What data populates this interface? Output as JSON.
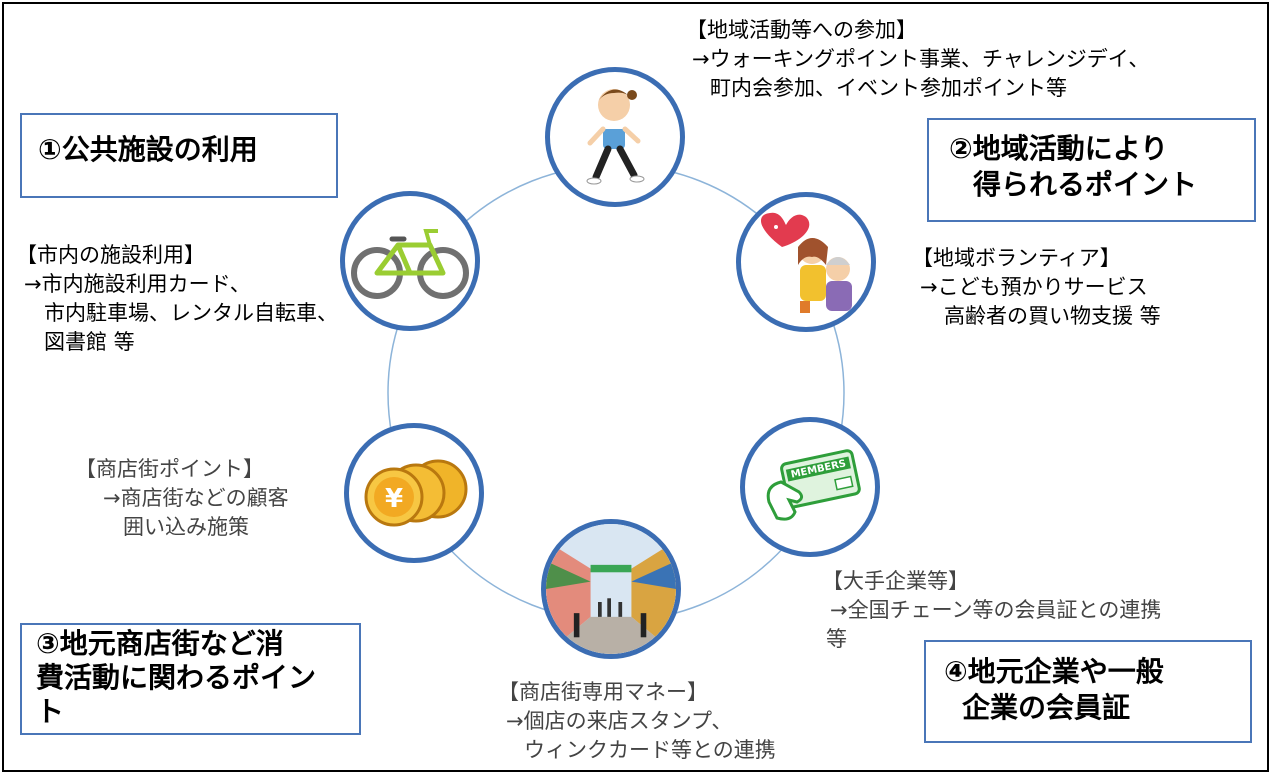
{
  "boxes": {
    "public": "①公共施設の利用",
    "community": [
      "②地域活動により",
      "得られるポイント"
    ],
    "shopping": [
      "③地元商店街など消",
      "費活動に関わるポイン",
      "ト"
    ],
    "corporate": [
      "④地元企業や一般",
      "企業の会員証"
    ]
  },
  "descriptions": {
    "top": [
      "【地域活動等への参加】",
      "→ウォーキングポイント事業、チャレンジデイ、",
      "町内会参加、イベント参加ポイント等"
    ],
    "left": [
      "【市内の施設利用】",
      "→市内施設利用カード、",
      "市内駐車場、レンタル自転車、",
      "図書館 等"
    ],
    "right": [
      "【地域ボランティア】",
      "→こども預かりサービス",
      "高齢者の買い物支援 等"
    ],
    "left_lower": [
      "【商店街ポイント】",
      "→商店街などの顧客",
      "囲い込み施策"
    ],
    "right_lower": [
      "【大手企業等】",
      "→全国チェーン等の会員証との連携",
      "等"
    ],
    "bottom": [
      "【商店街専用マネー】",
      "→個店の来店スタンプ、",
      "ウィンクカード等との連携"
    ]
  },
  "icons": {
    "walker": "walking-person-icon",
    "bicycle": "bicycle-icon",
    "volunteer": "volunteer-heart-icon",
    "coins": "yen-coins-icon",
    "card": "members-card-icon",
    "street": "shopping-street-icon",
    "card_text": "MEMBERS",
    "coin_symbol": "¥"
  },
  "colors": {
    "ring": "#3b6db3",
    "box_border": "#4a76b8",
    "cycle_line": "#8db4d9"
  }
}
